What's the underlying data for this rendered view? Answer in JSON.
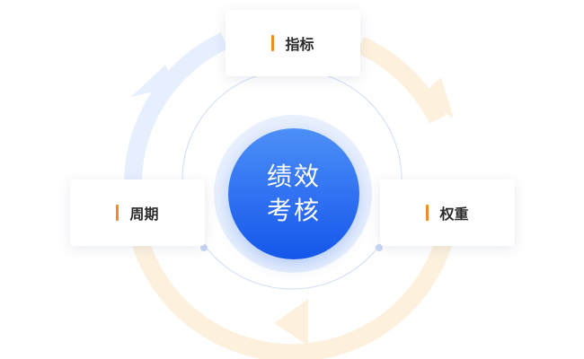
{
  "center": {
    "line1": "绩效",
    "line2": "考核"
  },
  "nodes": {
    "top": "指标",
    "left": "周期",
    "right": "权重"
  },
  "colors": {
    "accent_bar": "#f08a2c",
    "arc_blue": "#e6effd",
    "arc_orange": "#fdf1dd",
    "center_blue": "#2f6ff2"
  }
}
